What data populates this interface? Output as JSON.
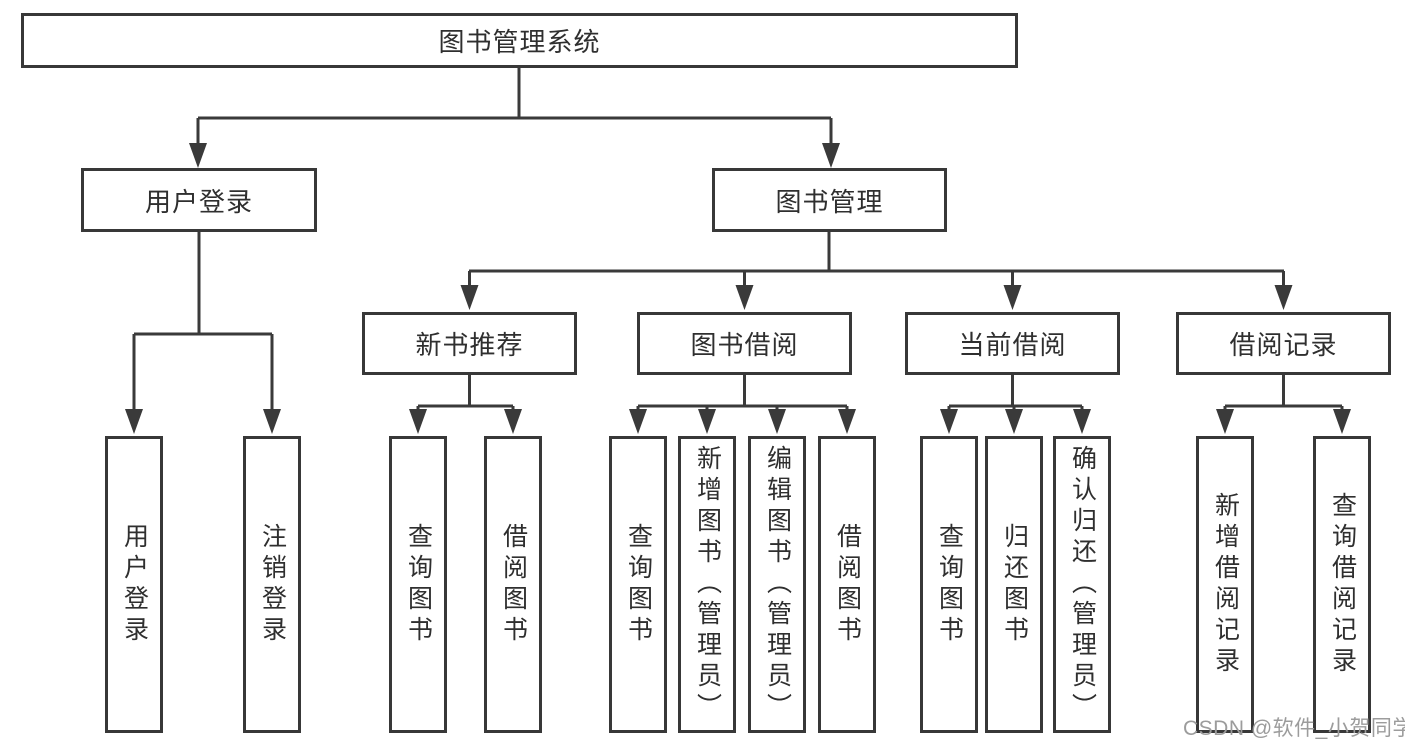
{
  "colors": {
    "line": "#3a3a3a",
    "box_border": "#383838",
    "text": "#2f2f2f",
    "watermark": "#9c9c9c",
    "background": "#ffffff"
  },
  "watermark": {
    "text": "CSDN @软件_小贺同学"
  },
  "nodes": {
    "root": {
      "label": "图书管理系统"
    },
    "user_login": {
      "label": "用户登录"
    },
    "book_mgmt": {
      "label": "图书管理"
    },
    "new_book_rec": {
      "label": "新书推荐"
    },
    "book_borrow": {
      "label": "图书借阅"
    },
    "current_borrow": {
      "label": "当前借阅"
    },
    "borrow_record": {
      "label": "借阅记录"
    },
    "leaf_user_login": {
      "label": "用户登录"
    },
    "leaf_logout": {
      "label": "注销登录"
    },
    "leaf_nbr_query": {
      "label": "查询图书"
    },
    "leaf_nbr_borrow": {
      "label": "借阅图书"
    },
    "leaf_bb_query": {
      "label": "查询图书"
    },
    "leaf_bb_add": {
      "label": "新增图书（管理员）"
    },
    "leaf_bb_edit": {
      "label": "编辑图书（管理员）"
    },
    "leaf_bb_borrow": {
      "label": "借阅图书"
    },
    "leaf_cb_query": {
      "label": "查询图书"
    },
    "leaf_cb_return": {
      "label": "归还图书"
    },
    "leaf_cb_confirm": {
      "label": "确认归还（管理员）"
    },
    "leaf_br_add": {
      "label": "新增借阅记录"
    },
    "leaf_br_query": {
      "label": "查询借阅记录"
    }
  },
  "hierarchy": {
    "图书管理系统": {
      "用户登录": [
        "用户登录",
        "注销登录"
      ],
      "图书管理": {
        "新书推荐": [
          "查询图书",
          "借阅图书"
        ],
        "图书借阅": [
          "查询图书",
          "新增图书（管理员）",
          "编辑图书（管理员）",
          "借阅图书"
        ],
        "当前借阅": [
          "查询图书",
          "归还图书",
          "确认归还（管理员）"
        ],
        "借阅记录": [
          "新增借阅记录",
          "查询借阅记录"
        ]
      }
    }
  }
}
